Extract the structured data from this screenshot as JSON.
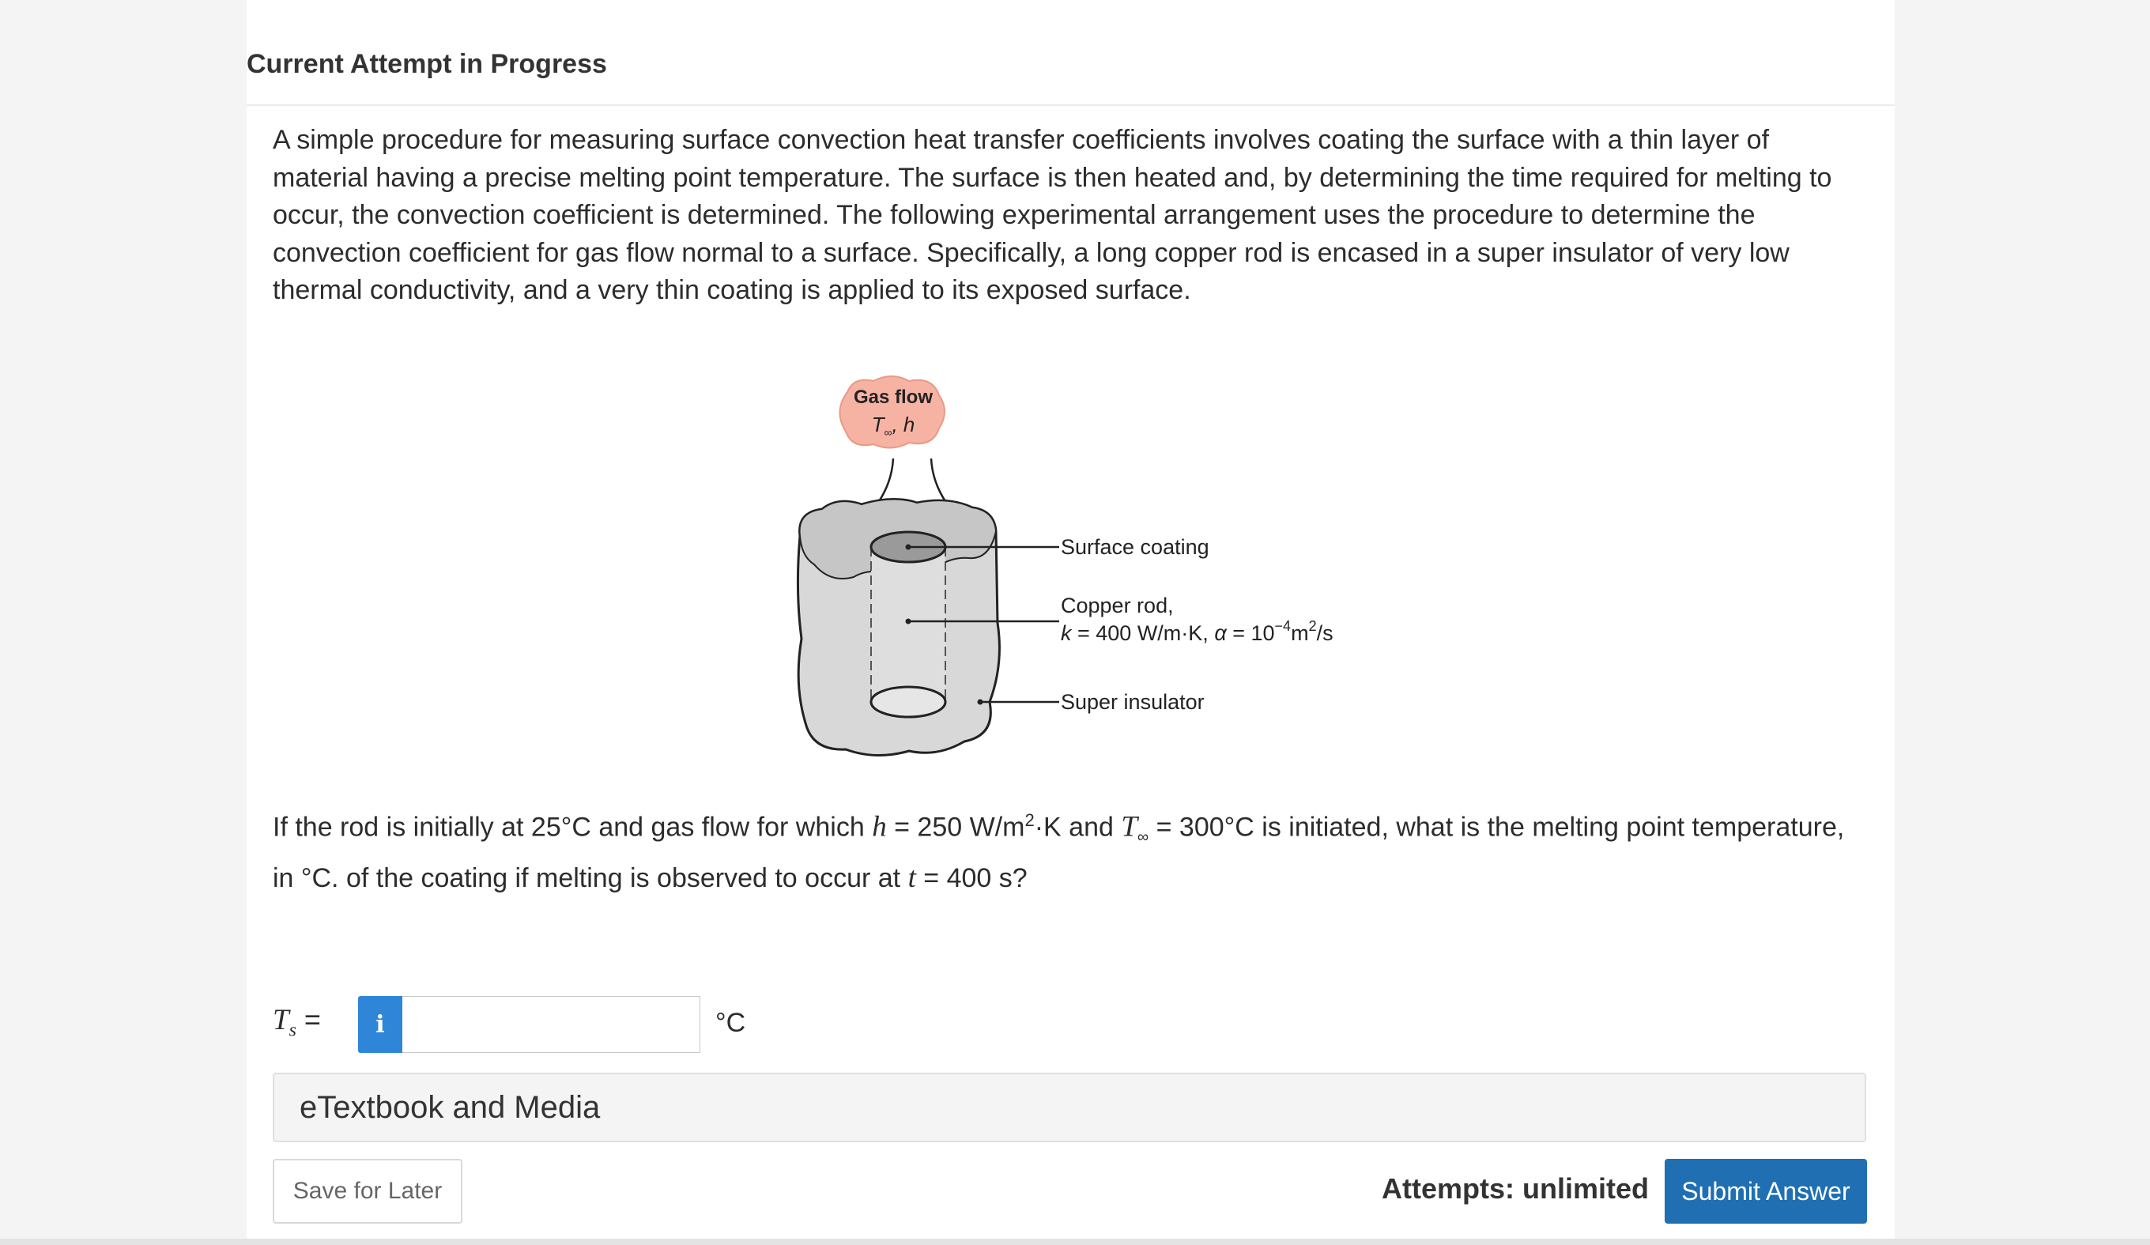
{
  "header": {
    "title": "Current Attempt in Progress"
  },
  "problem": {
    "intro": "A simple procedure for measuring surface convection heat transfer coefficients involves coating the surface with a thin layer of material having a precise melting point temperature. The surface is then heated and, by determining the time required for melting to occur, the convection coefficient is determined. The following experimental arrangement uses the procedure to determine the convection coefficient for gas flow normal to a surface. Specifically, a long copper rod is encased in a super insulator of very low thermal conductivity, and a very thin coating is applied to its exposed surface.",
    "question": {
      "p1": "If the rod is initially at 25°C and gas flow for which ",
      "h_var": "h",
      "p2": " = 250 W/m",
      "sup2": "2",
      "p3": "·K and ",
      "T_var": "T",
      "inf_sub": "∞",
      "p4": " = 300°C is initiated, what is the melting point temperature, in °C. of the coating if melting is observed to occur at ",
      "t_var": "t",
      "p5": " = 400 s?"
    }
  },
  "figure": {
    "cloud_line1": "Gas flow",
    "cloud_T": "T",
    "cloud_inf": "∞",
    "cloud_h": ", h",
    "label_coating": "Surface coating",
    "label_copper_1": "Copper rod,",
    "label_copper_k": "k",
    "label_copper_2": " = 400 W/m·K, ",
    "label_copper_alpha": "α",
    "label_copper_3": " = 10",
    "label_copper_exp": "−4",
    "label_copper_4": "m",
    "label_copper_exp2": "2",
    "label_copper_5": "/s",
    "label_insulator": "Super insulator"
  },
  "answer": {
    "var": "T",
    "sub": "s",
    "equals": "=",
    "info_icon": "i",
    "value": "",
    "unit": "°C"
  },
  "etextbook": {
    "label": "eTextbook and Media"
  },
  "footer": {
    "save_label": "Save for Later",
    "attempts_label": "Attempts: unlimited",
    "submit_label": "Submit Answer"
  },
  "colors": {
    "submit": "#1f6fb2",
    "info": "#2f86d8",
    "cloud_fill": "#f6b3a3",
    "insulator_fill": "#d8d8d8"
  }
}
